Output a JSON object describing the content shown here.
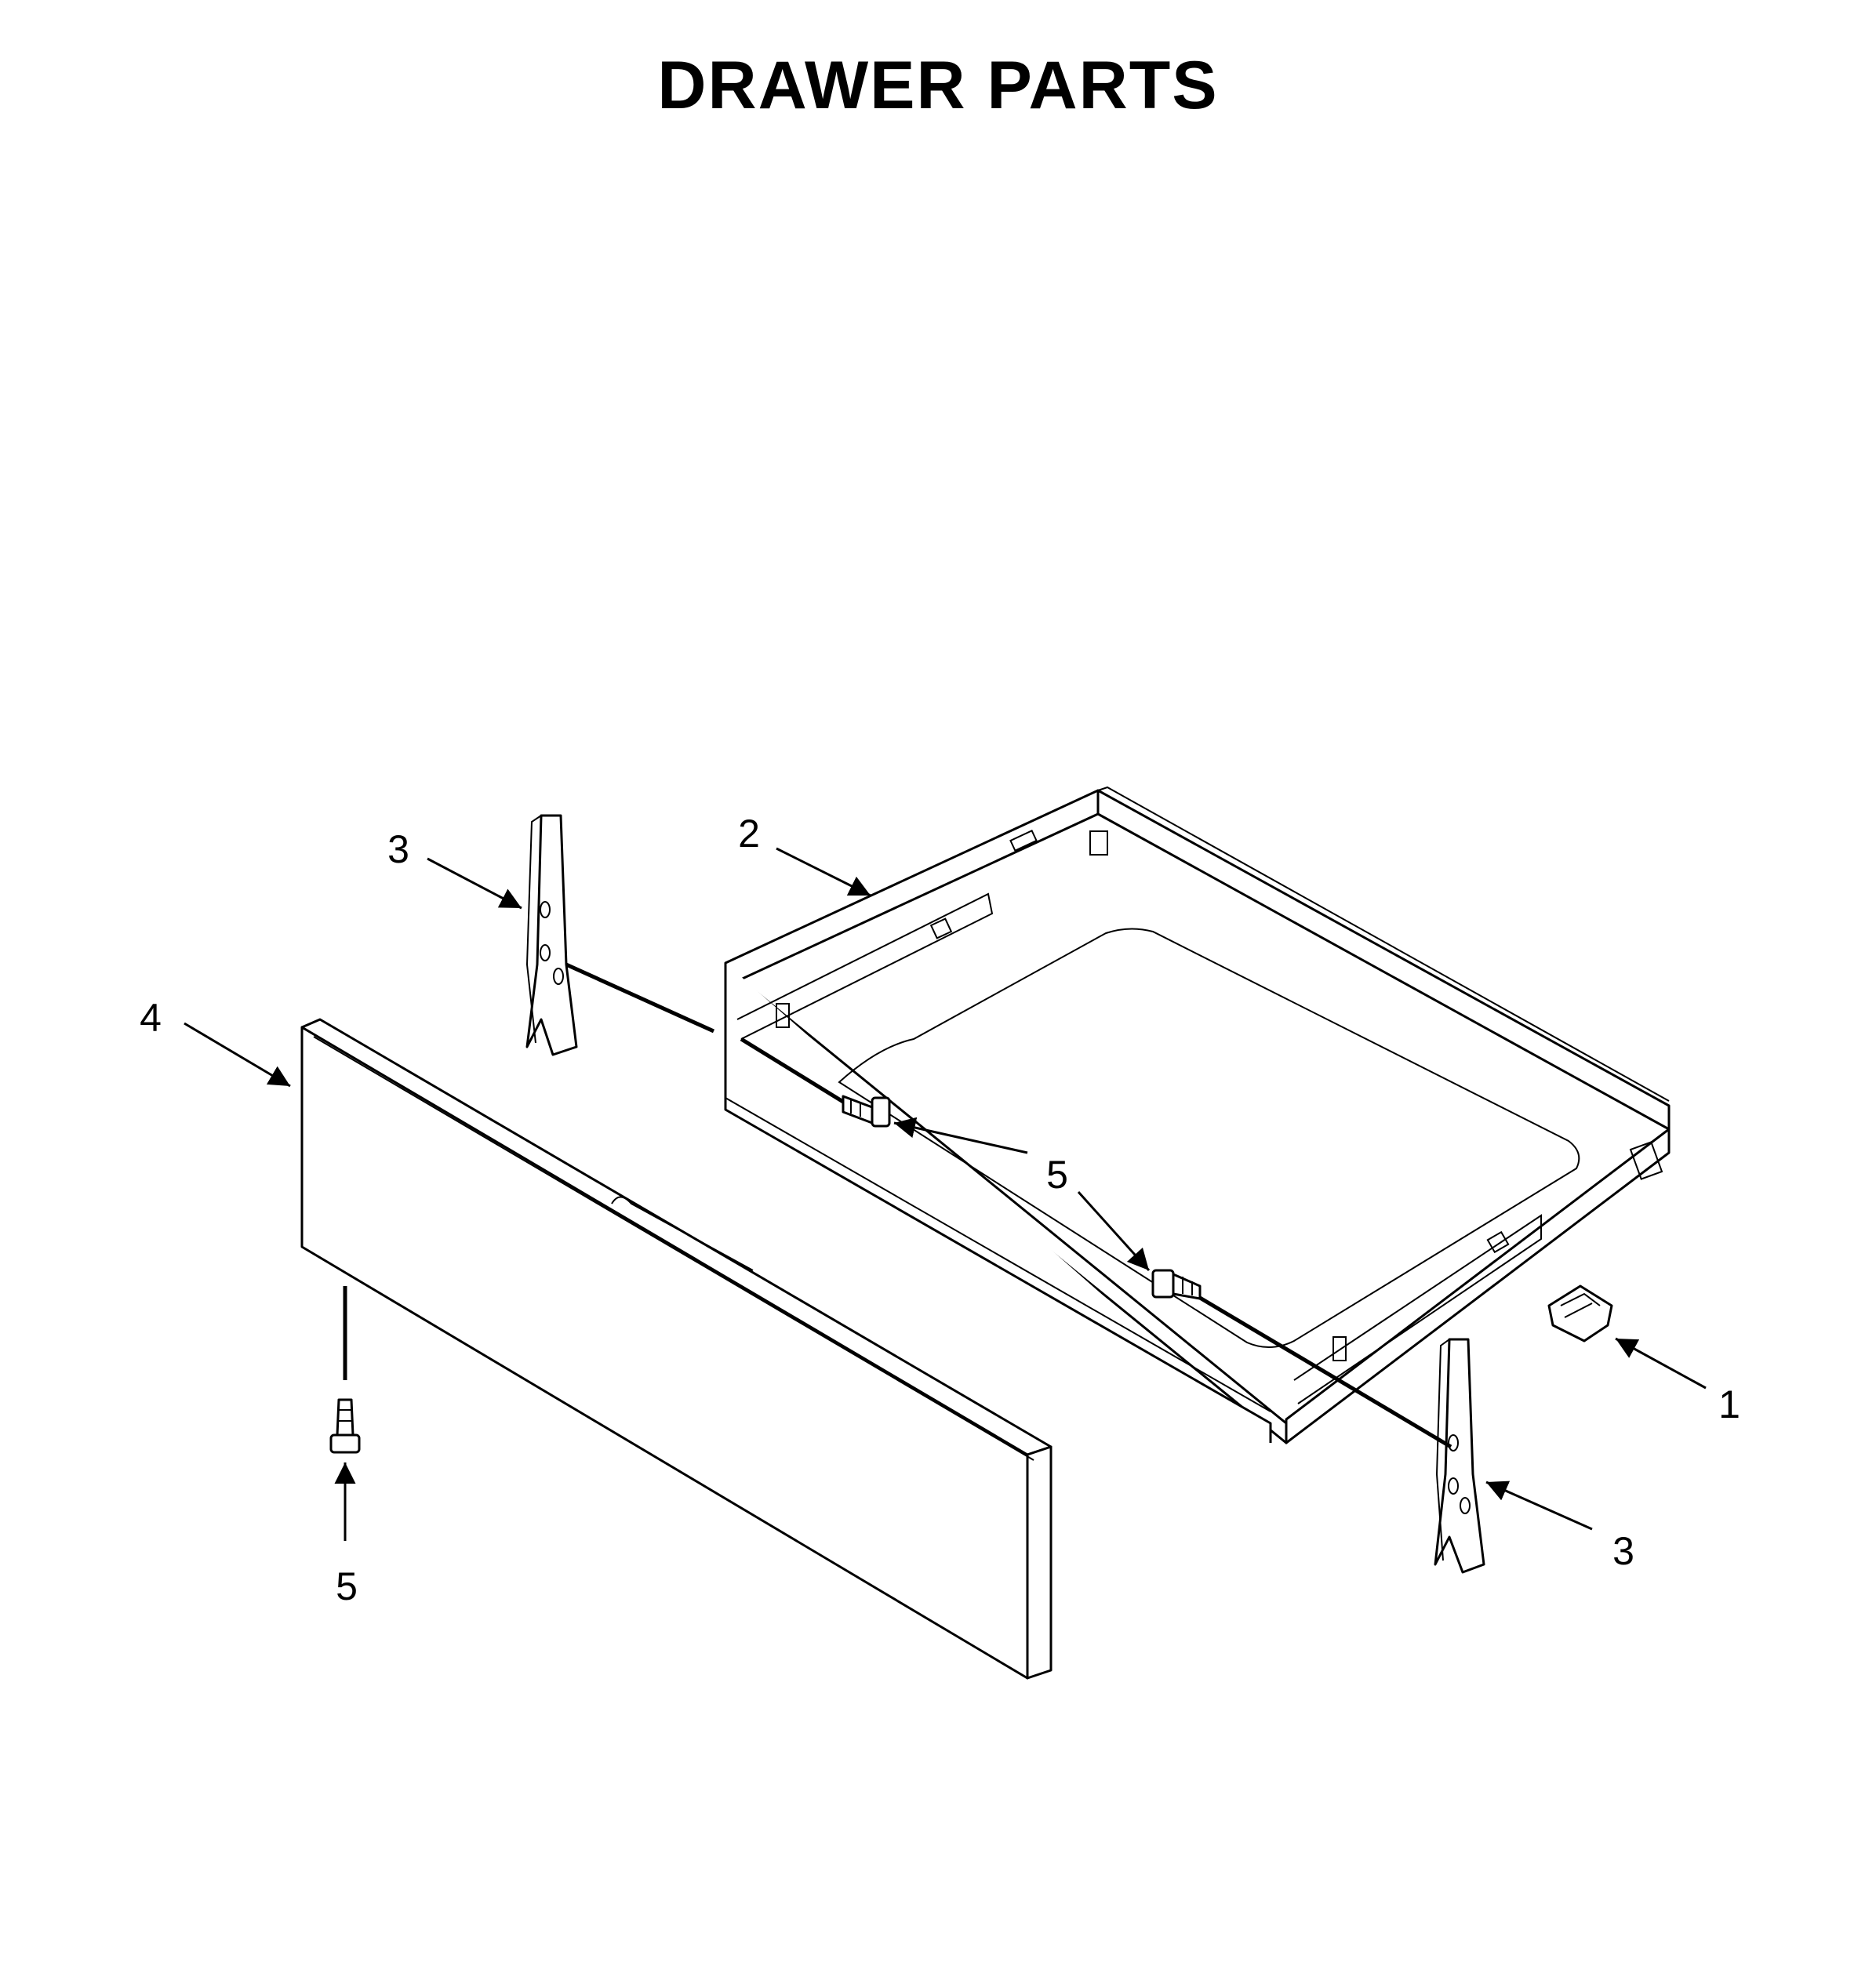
{
  "title": "DRAWER PARTS",
  "callouts": [
    {
      "id": "c-3-left",
      "label": "3"
    },
    {
      "id": "c-2",
      "label": "2"
    },
    {
      "id": "c-4",
      "label": "4"
    },
    {
      "id": "c-5-center",
      "label": "5"
    },
    {
      "id": "c-5-bottom",
      "label": "5"
    },
    {
      "id": "c-1",
      "label": "1"
    },
    {
      "id": "c-3-right",
      "label": "3"
    }
  ],
  "parts": [
    {
      "number": "1",
      "name": "drawer-glide-clip"
    },
    {
      "number": "2",
      "name": "drawer-body"
    },
    {
      "number": "3",
      "name": "drawer-side-bracket"
    },
    {
      "number": "4",
      "name": "drawer-front-panel"
    },
    {
      "number": "5",
      "name": "screw"
    }
  ]
}
